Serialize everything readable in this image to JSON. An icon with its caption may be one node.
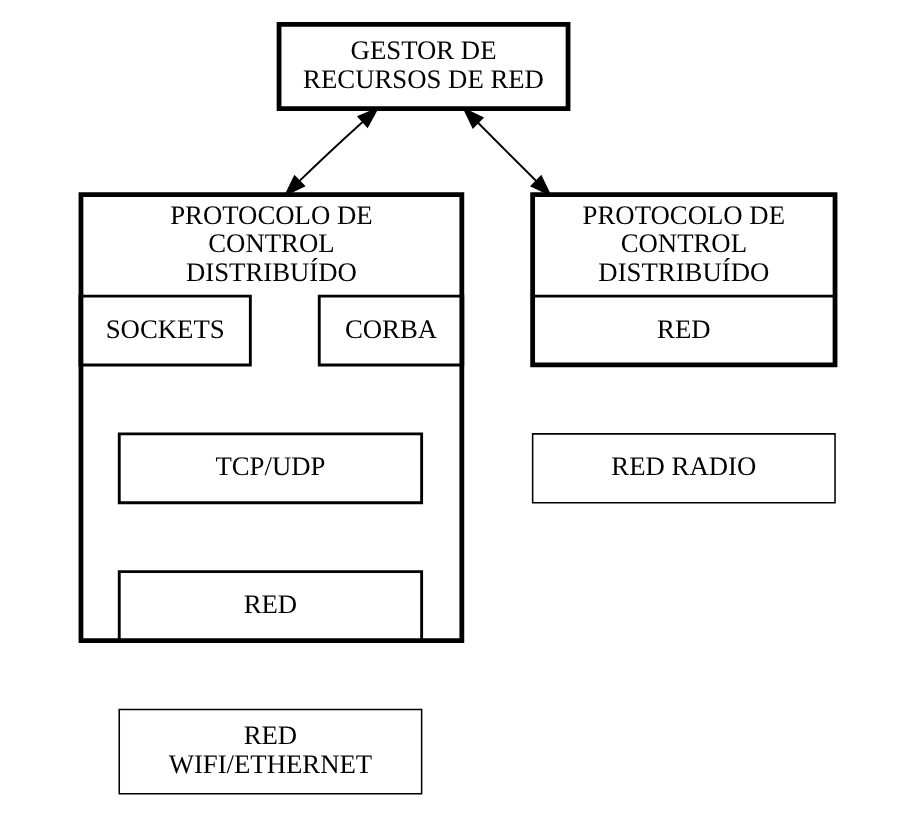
{
  "diagram": {
    "nodes": [
      {
        "text": [
          "GESTOR DE RECURSOS DE RED"
        ]
      },
      {
        "text": [
          "PROTOCOLO DE CONTROL DISTRIBUÍDO"
        ]
      },
      {
        "text": [
          "SOCKETS"
        ],
        "in": 1
      },
      {
        "text": [
          "CORBA"
        ],
        "in": 1
      },
      {
        "text": [
          "TCP/UDP"
        ],
        "in": 1
      },
      {
        "text": [
          "RED"
        ],
        "in": 1
      },
      {
        "text": [
          "PROTOCOLO DE CONTROL DISTRIBUÍDO"
        ]
      },
      {
        "text": [
          "RED"
        ],
        "in": 6
      },
      {
        "text": [
          "RED WIFI/ETHERNET"
        ]
      },
      {
        "text": [
          "RED RADIO"
        ]
      }
    ],
    "edges": [
      {
        "from": 0,
        "to": 1,
        "arrow": "both"
      },
      {
        "from": 0,
        "to": 6,
        "arrow": "both"
      }
    ]
  }
}
